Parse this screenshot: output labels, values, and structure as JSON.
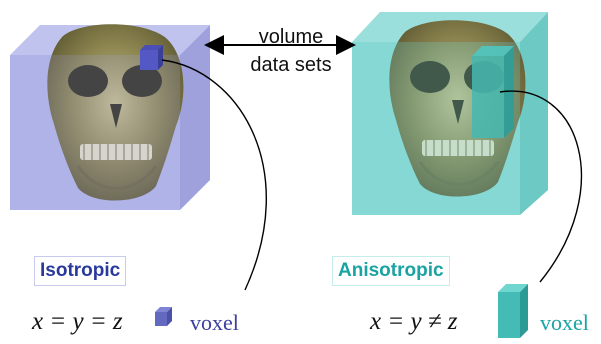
{
  "center_caption": {
    "line1": "volume",
    "line2": "data sets"
  },
  "left_panel": {
    "label": "Isotropic",
    "equation": "x = y = z",
    "voxel_word": "voxel",
    "label_color": "#2a3a9c",
    "box_fill": "#9aa0e0",
    "voxel_color": "#5a5fb0"
  },
  "right_panel": {
    "label": "Anisotropic",
    "equation": "x = y ≠ z",
    "voxel_word": "voxel",
    "label_color": "#1aa3a3",
    "box_fill": "#6fd0cc",
    "voxel_color": "#3fb3ad"
  },
  "icons": [
    "skull-image",
    "double-headed-arrow",
    "curved-leader-line",
    "voxel-cube"
  ]
}
